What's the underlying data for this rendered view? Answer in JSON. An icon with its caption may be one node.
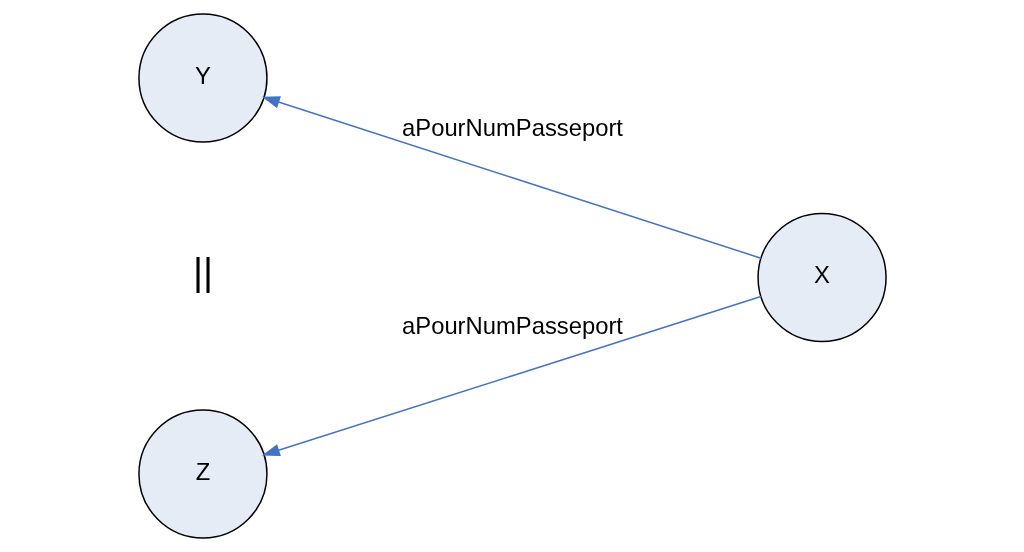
{
  "diagram": {
    "nodes": [
      {
        "text": [
          "Y"
        ]
      },
      {
        "text": [
          "Z"
        ]
      },
      {
        "text": [
          "X"
        ]
      }
    ],
    "edges": [
      {
        "from": 2,
        "to": 0,
        "arrow": "to",
        "label": "aPourNumPasseport"
      },
      {
        "from": 2,
        "to": 1,
        "arrow": "to",
        "label": "aPourNumPasseport"
      }
    ],
    "labels": [
      "||"
    ]
  }
}
